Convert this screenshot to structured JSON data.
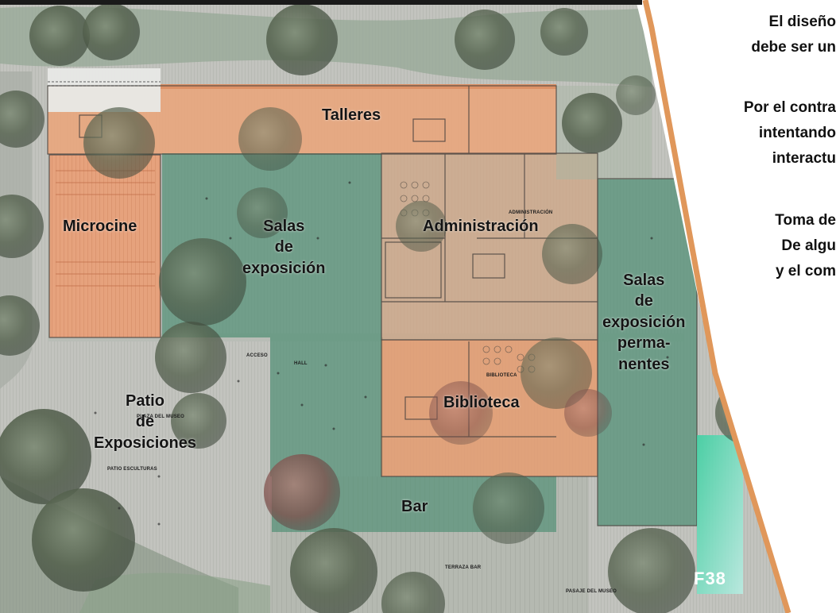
{
  "zones": {
    "talleres": "Talleres",
    "microcine": "Microcine",
    "salas_exposicion": [
      "Salas",
      "de",
      "exposición"
    ],
    "administracion": "Administración",
    "salas_permanentes": [
      "Salas",
      "de",
      "exposición",
      "perma-",
      "nentes"
    ],
    "biblioteca": "Biblioteca",
    "patio": [
      "Patio",
      "de",
      "Exposiciones"
    ],
    "bar": "Bar"
  },
  "plan_labels": {
    "plaza_museo": "PLAZA DEL MUSEO",
    "pasaje_museo": "PASAJE DEL MUSEO",
    "patio_esculturas": "PATIO ESCULTURAS",
    "hall": "HALL",
    "acceso": "ACCESO",
    "biblioteca": "BIBLIOTECA",
    "administracion": "ADMINISTRACIÓN",
    "terraza_bar": "TERRAZA BAR"
  },
  "side_panel": {
    "lines": [
      "El diseño",
      "debe ser un",
      "",
      "Por el contra",
      "intentando",
      "interactu",
      "",
      "Toma de",
      "De algu",
      "y el com"
    ]
  },
  "figure_code": "F38",
  "colors": {
    "orange_zone": "#e9a67c",
    "green_zone": "#4f8f74",
    "panel_border": "#e0975a",
    "ground": "#b8bab4",
    "tree": "#4f5e4a"
  }
}
